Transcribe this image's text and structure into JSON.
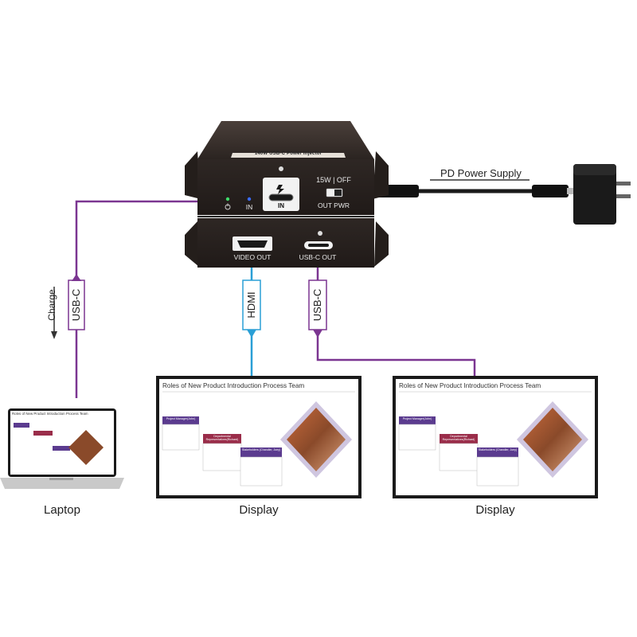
{
  "device": {
    "top_label": "140W USB-C Power Injector",
    "switch_label": "15W | OFF",
    "out_pwr_label": "OUT PWR",
    "in_small_label": "IN",
    "in_port_label": "IN",
    "video_out_label": "VIDEO OUT",
    "usbc_out_label": "USB-C OUT"
  },
  "power_supply": {
    "label": "PD Power Supply"
  },
  "cables": {
    "laptop": {
      "tag": "USB-C",
      "side_label": "Charge",
      "color": "#7b3591"
    },
    "hdmi": {
      "tag": "HDMI",
      "color": "#2a9fd6"
    },
    "usbc_out": {
      "tag": "USB-C",
      "color": "#7b3591"
    }
  },
  "devices": {
    "laptop_caption": "Laptop",
    "display1_caption": "Display",
    "display2_caption": "Display"
  },
  "slide": {
    "title": "Roles of New Product Introduction Process Team",
    "role1": "Project Manager(John)",
    "role2": "Departmental Representatives(Richard)",
    "role3": "Stakeholders (Chandler, Joey)"
  }
}
